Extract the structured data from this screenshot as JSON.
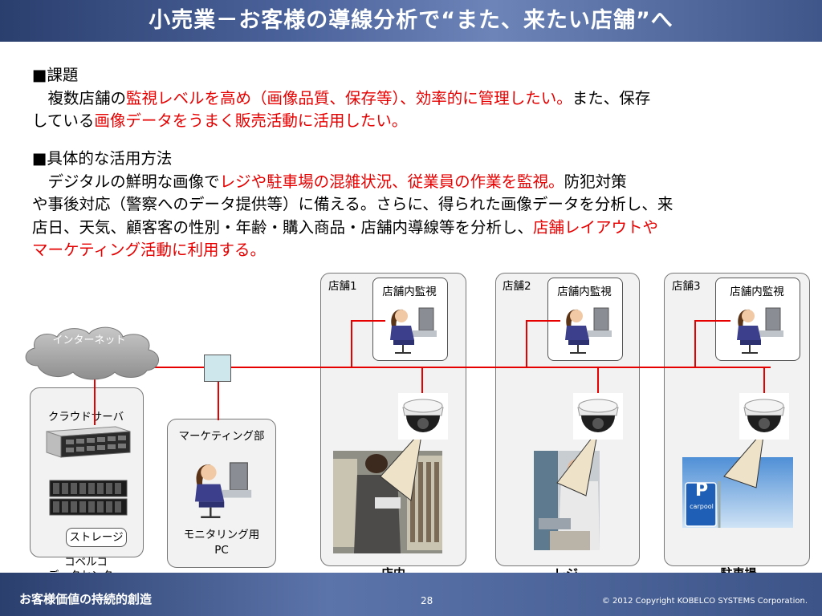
{
  "title": "小売業－お客様の導線分析で“また、来たい店舗”へ",
  "section1": {
    "heading": "■課題",
    "line1_a": "　複数店舗の",
    "line1_b": "監視レベルを高め（画像品質、保存等）、効率的に管理したい。",
    "line1_c": "また、保存",
    "line2_a": "している",
    "line2_b": "画像データをうまく販売活動に活用したい。"
  },
  "section2": {
    "heading": "■具体的な活用方法",
    "line1_a": "　デジタルの鮮明な画像で",
    "line1_b": "レジや駐車場の混雑状況、従業員の作業を監視。",
    "line1_c": "防犯対策",
    "line2": "や事後対応（警察へのデータ提供等）に備える。さらに、得られた画像データを分析し、来",
    "line3_a": "店日、天気、顧客客の性別・年齢・購入商品・店舗内導線等を分析し、",
    "line3_b": "店舗レイアウトや",
    "line4": "マーケティング活動に利用する。"
  },
  "diagram": {
    "internet": "インターネット",
    "cloud_server": "クラウドサーバ",
    "storage": "ストレージ",
    "datacenter": "コベルコ\nデータセンター",
    "marketing": "マーケティング部",
    "monitoring_pc": "モニタリング用\nPC",
    "stores": [
      {
        "name": "店舗1",
        "monitor": "店舗内監視",
        "area": "店内"
      },
      {
        "name": "店舗2",
        "monitor": "店舗内監視",
        "area": "レジ"
      },
      {
        "name": "店舗3",
        "monitor": "店舗内監視",
        "area": "駐車場"
      }
    ],
    "parking_sign": "P",
    "parking_word": "carpool"
  },
  "footer": {
    "tagline": "お客様価値の持続的創造",
    "page": "28",
    "copyright": "©  2012 Copyright  KOBELCO SYSTEMS Corporation."
  },
  "colors": {
    "accent_red": "#e60000",
    "network_line": "#e60000",
    "header_blue": "#3e5689"
  }
}
